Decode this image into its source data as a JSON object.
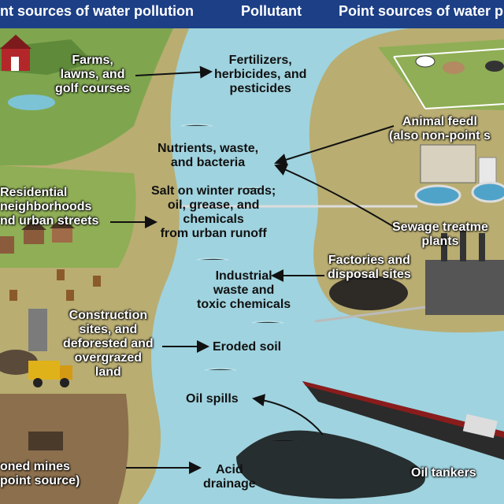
{
  "header": {
    "left": "nt sources of water pollution",
    "center": "Pollutant",
    "right": "Point sources of water p"
  },
  "non_point_sources": {
    "farms": "Farms,\nlawns, and\ngolf courses",
    "residential": "Residential\nneighborhoods\nnd urban streets",
    "construction": "Construction\nsites, and\ndeforested and\novergrazed\nland",
    "mines": "oned mines\npoint source)"
  },
  "pollutants": {
    "fertilizers": "Fertilizers,\nherbicides, and\npesticides",
    "nutrients": "Nutrients, waste,\nand bacteria",
    "salt": "Salt on winter roads;\noil, grease, and\nchemicals\nfrom urban runoff",
    "industrial": "Industrial\nwaste and\ntoxic chemicals",
    "eroded": "Eroded soil",
    "oil_spills": "Oil spills",
    "acid": "Acid\ndrainage"
  },
  "point_sources": {
    "feedlot": "Animal feedl\n(also non-point s",
    "sewage": "Sewage treatme\nplants",
    "factories": "Factories and\ndisposal sites",
    "tankers": "Oil tankers"
  },
  "colors": {
    "header_bg": "#1c3f86",
    "water": "#9fd3df",
    "land": "#b9ad72",
    "grass": "#6f9a46"
  }
}
